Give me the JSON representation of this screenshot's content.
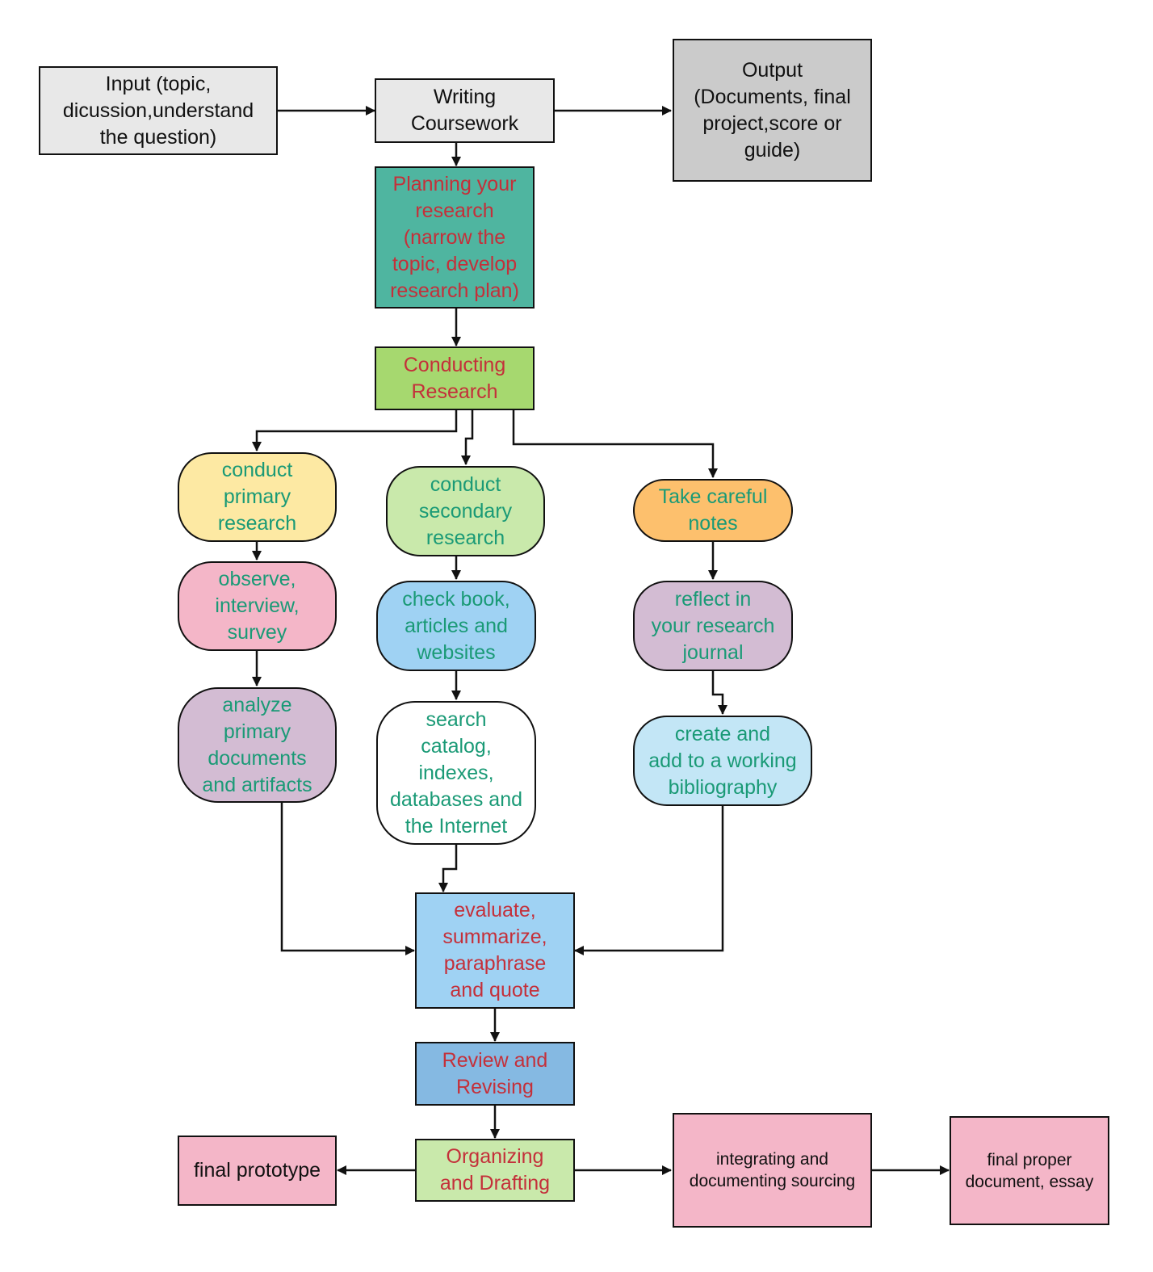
{
  "colors": {
    "grey_light": "#e8e8e8",
    "grey_dark": "#cbcbcb",
    "teal": "#4fb5a0",
    "green": "#a6d86f",
    "yellow": "#fde9a3",
    "light_green": "#c9e9ab",
    "orange": "#fdc06d",
    "pink": "#f4b6c8",
    "light_blue": "#9fd2f3",
    "mauve": "#d3bcd3",
    "white": "#ffffff",
    "pale_blue": "#c3e6f6",
    "mid_blue": "#85b9e2",
    "text_green": "#1a9a76",
    "text_red": "#c4303a"
  },
  "nodes": {
    "input": "Input (topic,\ndicussion,understand\nthe question)",
    "writing": "Writing\nCoursework",
    "output": "Output\n(Documents, final\nproject,score or\nguide)",
    "planning": "Planning your\nresearch\n(narrow the\ntopic, develop\nresearch plan)",
    "conducting": "Conducting\nResearch",
    "primary": "conduct\nprimary\nresearch",
    "secondary": "conduct\nsecondary\nresearch",
    "notes": "Take careful\nnotes",
    "observe": "observe,\ninterview,\nsurvey",
    "check_book": "check book,\narticles and\nwebsites",
    "reflect": "reflect in\nyour research\njournal",
    "analyze": "analyze\nprimary\ndocuments\nand artifacts",
    "search": "search\ncatalog,\nindexes,\ndatabases and\nthe Internet",
    "bibliography": "create and\nadd to a working\nbibliography",
    "evaluate": "evaluate,\nsummarize,\nparaphrase\nand quote",
    "review": "Review and\nRevising",
    "organizing": "Organizing\nand Drafting",
    "final_prototype": "final prototype",
    "integrating": "integrating and\ndocumenting sourcing",
    "final_document": "final proper\ndocument, essay"
  }
}
